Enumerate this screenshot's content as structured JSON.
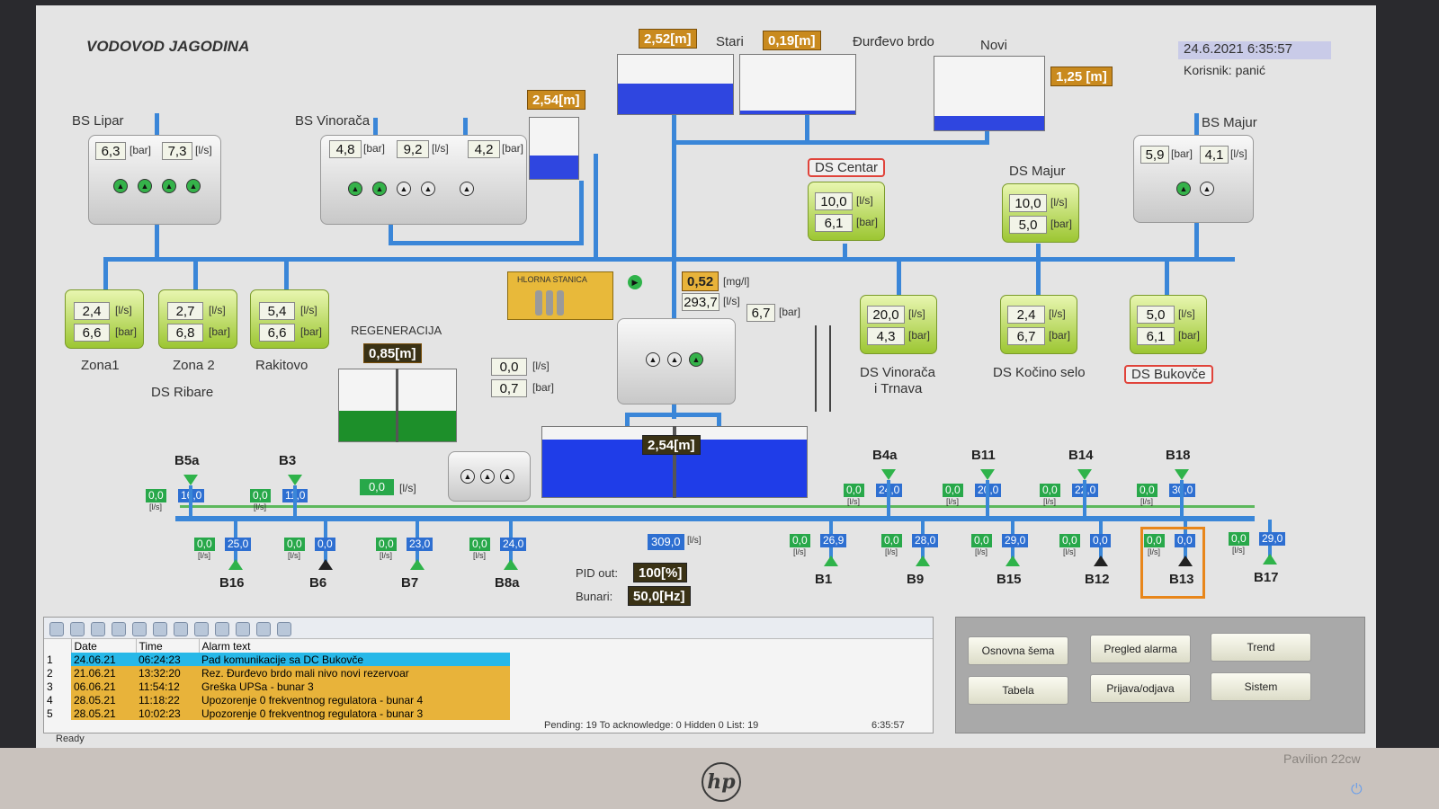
{
  "app": {
    "title": "VODOVOD JAGODINA",
    "datetime": "24.6.2021 6:35:57",
    "user": "Korisnik: panić"
  },
  "reservoirs": {
    "top1_level": "2,52[m]",
    "stari_label": "Stari",
    "stari_level": "0,19[m]",
    "djurdjevo_label": "Đurđevo brdo",
    "novi_label": "Novi",
    "novi_level": "1,25 [m]",
    "small_tank_level": "2,54[m]",
    "main_tank_level": "2,54[m]",
    "regen_level": "0,85[m]"
  },
  "bs_lipar": {
    "label": "BS Lipar",
    "p": "6,3",
    "p_unit": "[bar]",
    "q": "7,3",
    "q_unit": "[l/s]"
  },
  "bs_vinoraca": {
    "label": "BS Vinorača",
    "p": "4,8",
    "p_unit": "[bar]",
    "q": "9,2",
    "q_unit": "[l/s]",
    "p2": "4,2",
    "p2_unit": "[bar]"
  },
  "bs_majur": {
    "label": "BS Majur",
    "p": "5,9",
    "p_unit": "[bar]",
    "q": "4,1",
    "q_unit": "[l/s]"
  },
  "ds_centar": {
    "label": "DS Centar",
    "q": "10,0",
    "q_unit": "[l/s]",
    "p": "6,1",
    "p_unit": "[bar]"
  },
  "ds_majur": {
    "label": "DS Majur",
    "q": "10,0",
    "q_unit": "[l/s]",
    "p": "5,0",
    "p_unit": "[bar]"
  },
  "zones": [
    {
      "label": "Zona1",
      "q": "2,4",
      "p": "6,6"
    },
    {
      "label": "Zona 2",
      "q": "2,7",
      "p": "6,8"
    },
    {
      "label": "Rakitovo",
      "q": "5,4",
      "p": "6,6"
    }
  ],
  "zone_units": {
    "q": "[l/s]",
    "p": "[bar]"
  },
  "ds_ribare": "DS Ribare",
  "chlorine": {
    "label": "HLORNA STANICA",
    "value": "0,52",
    "unit": "[mg/l]"
  },
  "main_flow": {
    "value": "293,7",
    "unit": "[l/s]",
    "p": "6,7",
    "p_unit": "[bar]"
  },
  "regeneracija": {
    "label": "REGENERACIJA",
    "q": "0,0",
    "q_unit": "[l/s]",
    "p": "0,7",
    "p_unit": "[bar]",
    "q2": "0,0",
    "q2_unit": "[l/s]"
  },
  "ds_right": [
    {
      "label": "DS Vinorača",
      "label2": "i Trnava",
      "q": "20,0",
      "p": "4,3"
    },
    {
      "label": "DS Kočino selo",
      "label2": "",
      "q": "2,4",
      "p": "6,7"
    },
    {
      "label": "DS Bukovče",
      "label2": "",
      "q": "5,0",
      "p": "6,1"
    }
  ],
  "wells_top": [
    {
      "name": "B5a",
      "g": "0,0",
      "b": "16,0"
    },
    {
      "name": "B3",
      "g": "0,0",
      "b": "11,0"
    },
    {
      "name": "B4a",
      "g": "0,0",
      "b": "24,0"
    },
    {
      "name": "B11",
      "g": "0,0",
      "b": "20,0"
    },
    {
      "name": "B14",
      "g": "0,0",
      "b": "22,0"
    },
    {
      "name": "B18",
      "g": "0,0",
      "b": "30,0"
    }
  ],
  "wells_bottom": [
    {
      "name": "B16",
      "g": "0,0",
      "b": "25,0",
      "state": "on"
    },
    {
      "name": "B6",
      "g": "0,0",
      "b": "0,0",
      "state": "off"
    },
    {
      "name": "B7",
      "g": "0,0",
      "b": "23,0",
      "state": "on"
    },
    {
      "name": "B8a",
      "g": "0,0",
      "b": "24,0",
      "state": "on"
    },
    {
      "name": "B1",
      "g": "0,0",
      "b": "26,9",
      "state": "on"
    },
    {
      "name": "B9",
      "g": "0,0",
      "b": "28,0",
      "state": "on"
    },
    {
      "name": "B15",
      "g": "0,0",
      "b": "29,0",
      "state": "on"
    },
    {
      "name": "B12",
      "g": "0,0",
      "b": "0,0",
      "state": "off"
    },
    {
      "name": "B13",
      "g": "0,0",
      "b": "0,0",
      "state": "off"
    },
    {
      "name": "B17",
      "g": "0,0",
      "b": "29,0",
      "state": "on"
    }
  ],
  "well_unit": "[l/s]",
  "total_flow": {
    "value": "309,0",
    "unit": "[l/s]"
  },
  "pid": {
    "label": "PID out:",
    "value": "100[%]"
  },
  "bunari": {
    "label": "Bunari:",
    "value": "50,0[Hz]"
  },
  "alarms": {
    "headers": [
      "Date",
      "Time",
      "Alarm text"
    ],
    "rows": [
      {
        "n": "1",
        "date": "24.06.21",
        "time": "06:24:23",
        "text": "Pad komunikacije sa DC Bukovče"
      },
      {
        "n": "2",
        "date": "21.06.21",
        "time": "13:32:20",
        "text": "Rez. Đurđevo brdo mali nivo novi rezervoar"
      },
      {
        "n": "3",
        "date": "06.06.21",
        "time": "11:54:12",
        "text": "Greška UPSa - bunar 3"
      },
      {
        "n": "4",
        "date": "28.05.21",
        "time": "11:18:22",
        "text": "Upozorenje     0   frekventnog regulatora - bunar 4"
      },
      {
        "n": "5",
        "date": "28.05.21",
        "time": "10:02:23",
        "text": "Upozorenje     0   frekventnog regulatora - bunar 3"
      }
    ],
    "status": "Pending: 19   To acknowledge: 0   Hidden 0   List: 19",
    "status_time": "6:35:57",
    "ready": "Ready"
  },
  "nav": {
    "osnovna": "Osnovna šema",
    "pregled": "Pregled alarma",
    "trend": "Trend",
    "tabela": "Tabela",
    "prijava": "Prijava/odjava",
    "sistem": "Sistem"
  },
  "monitor": {
    "model": "Pavilion 22cw",
    "brand": "hp"
  },
  "colors": {
    "pipe": "#3a86d8",
    "pump_on": "#35b24a",
    "alarm_row_active": "#27b8e8",
    "alarm_row": "#e8b33a",
    "level_box": "#c98a1e"
  }
}
